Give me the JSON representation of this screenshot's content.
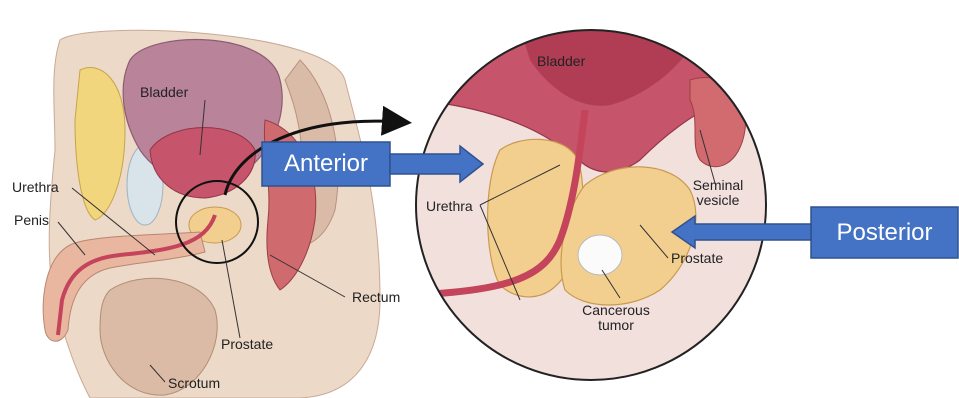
{
  "left_labels": {
    "bladder": "Bladder",
    "urethra": "Urethra",
    "penis": "Penis",
    "rectum": "Rectum",
    "prostate": "Prostate",
    "scrotum": "Scrotum"
  },
  "zoom_labels": {
    "bladder": "Bladder",
    "urethra": "Urethra",
    "seminal_vesicle_line1": "Seminal",
    "seminal_vesicle_line2": "vesicle",
    "prostate": "Prostate",
    "tumor_line1": "Cancerous",
    "tumor_line2": "tumor"
  },
  "callouts": {
    "anterior": "Anterior",
    "posterior": "Posterior"
  },
  "colors": {
    "callout_fill": "#4472c4",
    "callout_border": "#2f528f",
    "prostate": "#f3cf8f",
    "bladder_tissue": "#c6546a",
    "skin": "#ecd9c8"
  }
}
